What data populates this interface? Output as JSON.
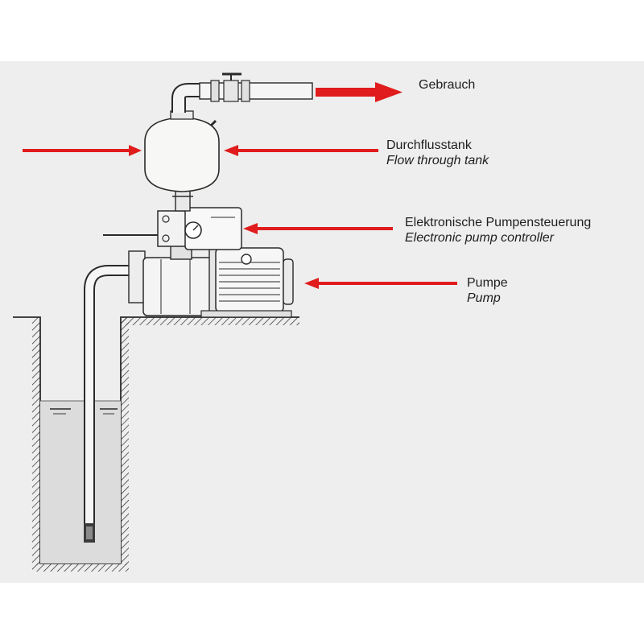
{
  "labels": {
    "gebrauch": {
      "de": "Gebrauch"
    },
    "tank": {
      "de": "Durchflusstank",
      "en": "Flow through tank"
    },
    "controller": {
      "de": "Elektronische Pumpensteuerung",
      "en": "Electronic pump controller"
    },
    "pump": {
      "de": "Pumpe",
      "en": "Pump"
    }
  },
  "colors": {
    "arrow": "#e01c1c",
    "line": "#2a2a2a",
    "water": "#dcdcdc",
    "panel": "#eeeeee",
    "tank": "#f7f7f5"
  }
}
